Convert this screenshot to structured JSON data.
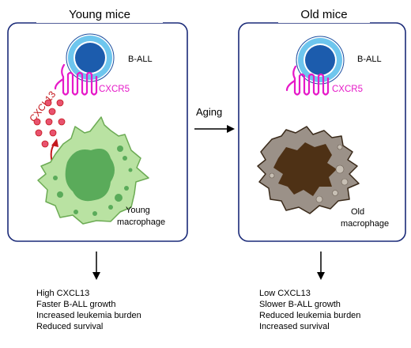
{
  "young": {
    "title": "Young mice",
    "ball_label": "B-ALL",
    "receptor_label": "CXCR5",
    "ligand_label": "CXCL13",
    "macrophage_label": [
      "Young",
      "macrophage"
    ],
    "outcomes": [
      "High CXCL13",
      "Faster B-ALL growth",
      "Increased leukemia burden",
      "Reduced survival"
    ]
  },
  "old": {
    "title": "Old mice",
    "ball_label": "B-ALL",
    "receptor_label": "CXCR5",
    "macrophage_label": [
      "Old",
      "macrophage"
    ],
    "outcomes": [
      "Low CXCL13",
      "Slower B-ALL growth",
      "Reduced leukemia burden",
      "Increased survival"
    ]
  },
  "aging_label": "Aging",
  "colors": {
    "panel_border": "#1a2a78",
    "cell_ring": "#6ec6ee",
    "cell_core": "#1c5cad",
    "receptor": "#e619c8",
    "cxcl13": "#c4181d",
    "young_macrophage": "#b9e2a2",
    "young_nucleus": "#5aab5a",
    "old_macrophage": "#9b9188",
    "old_nucleus": "#4e3115"
  }
}
